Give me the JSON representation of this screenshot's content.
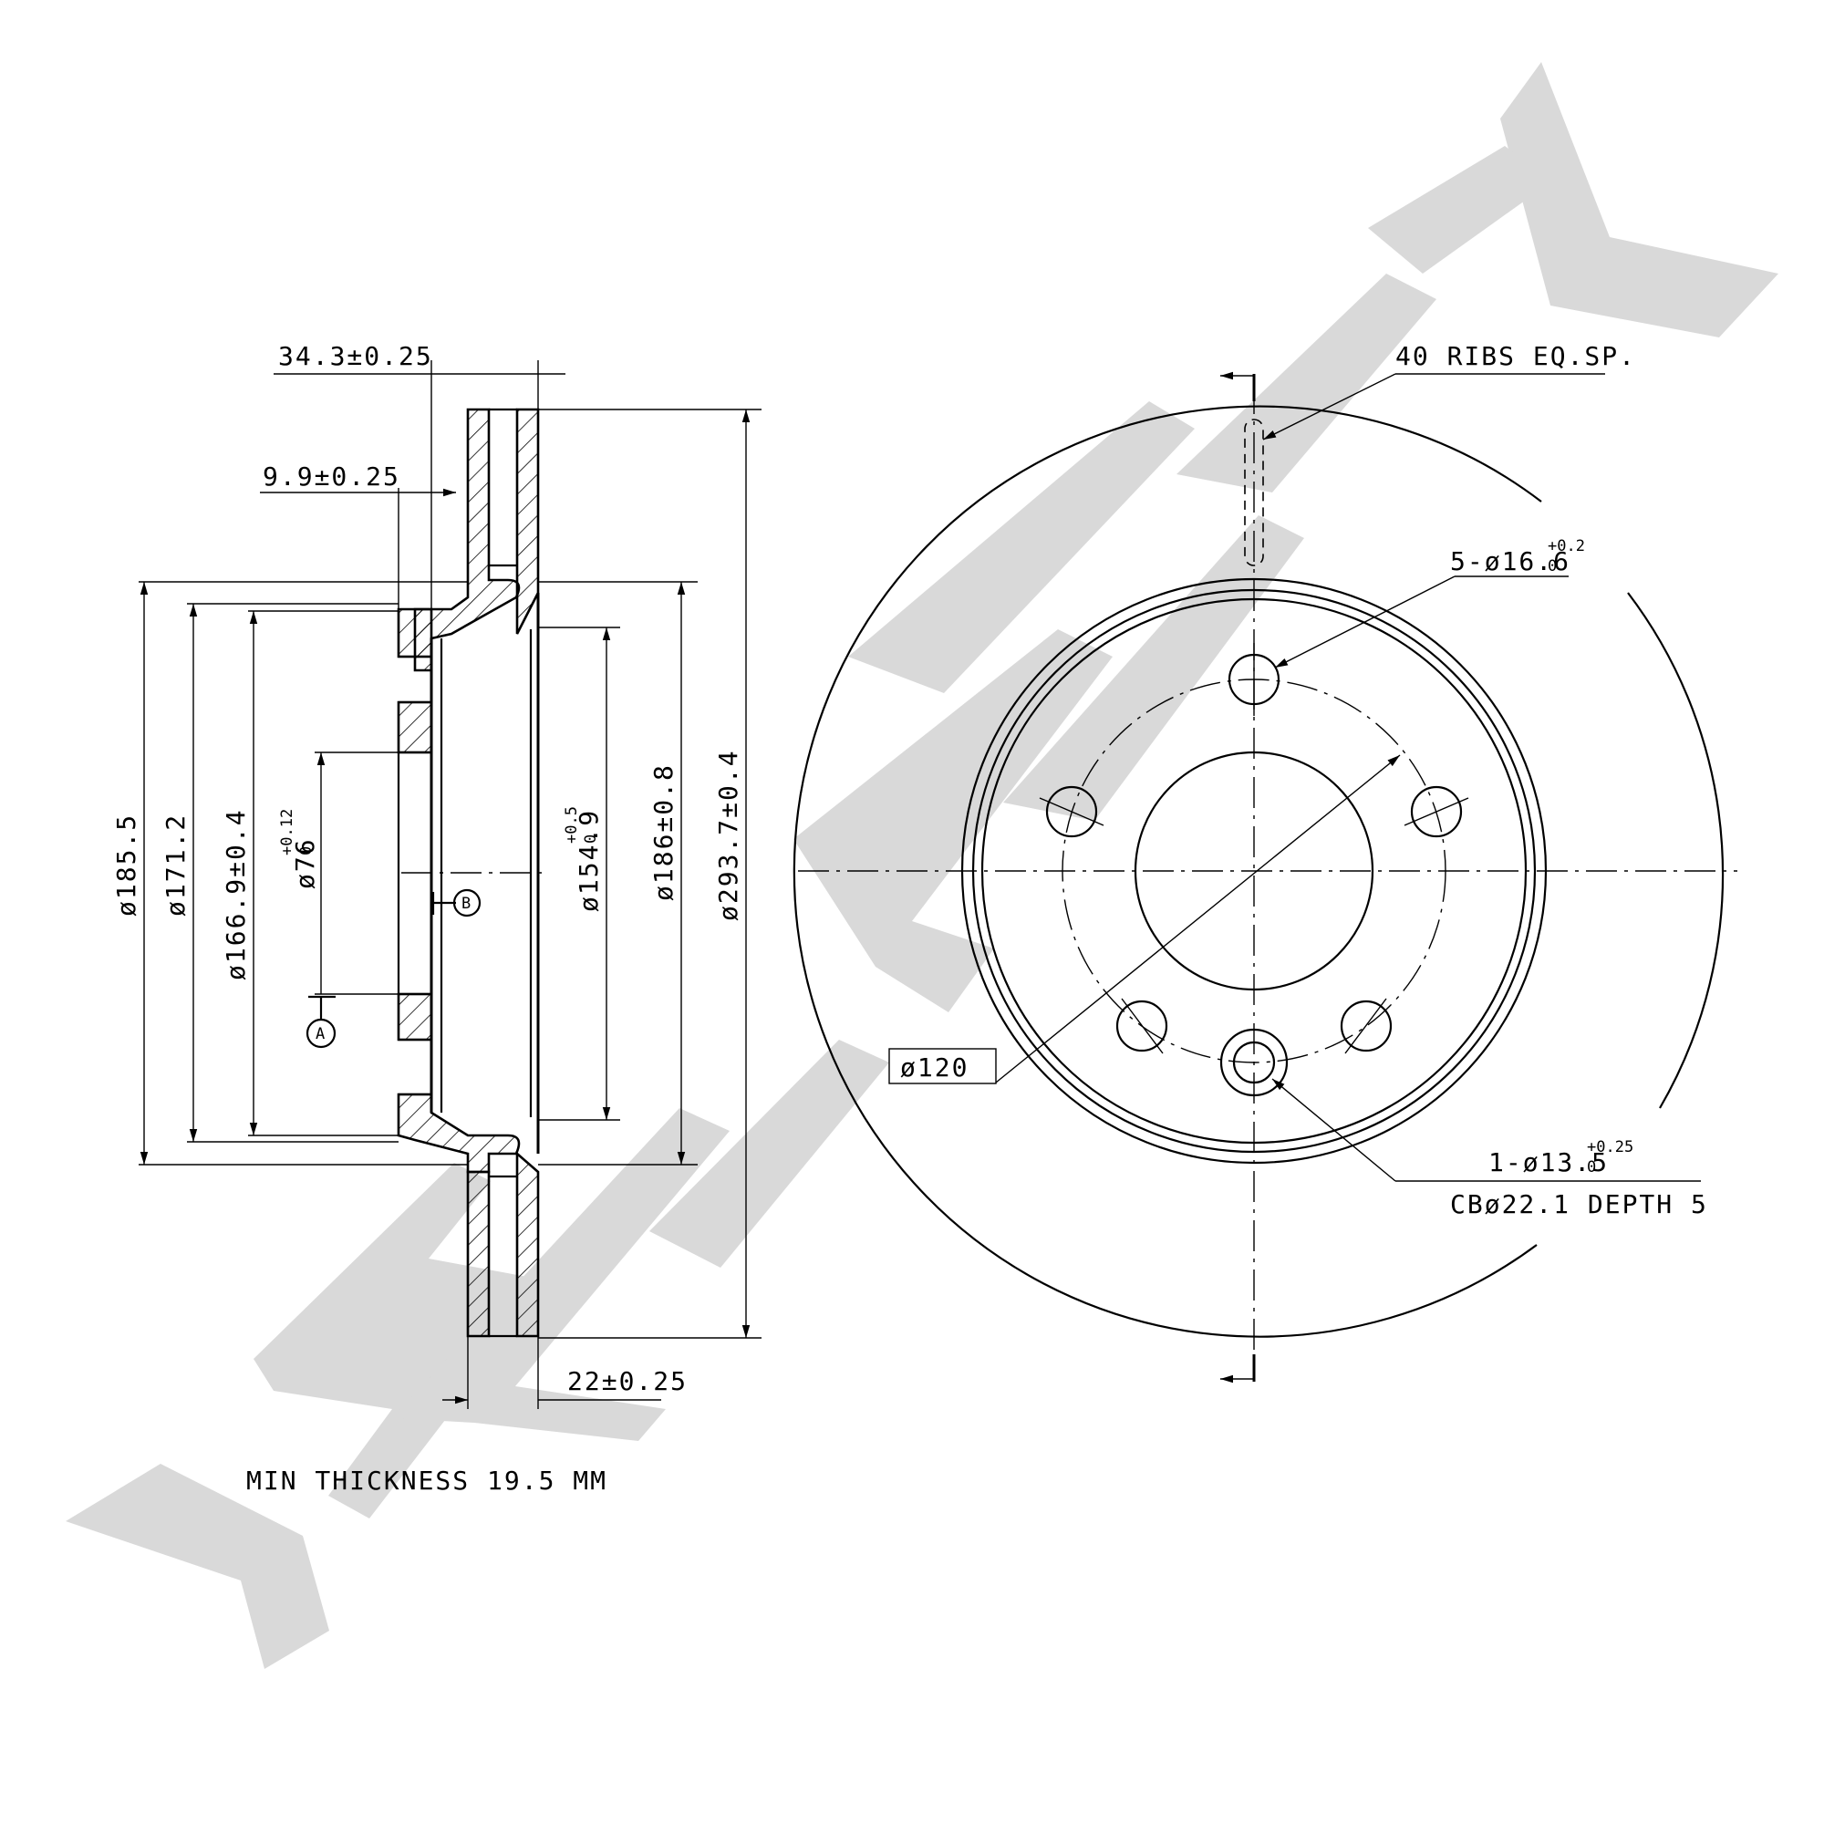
{
  "brand": {
    "watermark_text": "ZEKKERT",
    "watermark_color": "#d9d9d9"
  },
  "dimensions": {
    "hat_depth": "34.3±0.25",
    "flange_thickness": "9.9±0.25",
    "disc_thickness": "22±0.25",
    "d_185": "ø185.5",
    "d_171": "ø171.2",
    "d_166": "ø166.9±0.4",
    "d_76": "ø76",
    "d_76_tol_upper": "+0.12",
    "d_76_tol_lower": "0",
    "d_154": "ø154.9",
    "d_154_tol_upper": "+0.5",
    "d_154_tol_lower": "0",
    "d_186": "ø186±0.8",
    "d_293": "ø293.7±0.4"
  },
  "datums": {
    "a": "A",
    "b": "B"
  },
  "notes": {
    "min_thickness": "MIN THICKNESS 19.5 MM",
    "ribs": "40 RIBS EQ.SP.",
    "bolt_holes": "5-ø16.6",
    "bolt_holes_tol_upper": "+0.2",
    "bolt_holes_tol_lower": "0",
    "pcd": "ø120",
    "locator_hole": "1-ø13.5",
    "locator_hole_tol_upper": "+0.25",
    "locator_hole_tol_lower": "0",
    "counterbore": "CBø22.1 DEPTH 5"
  }
}
